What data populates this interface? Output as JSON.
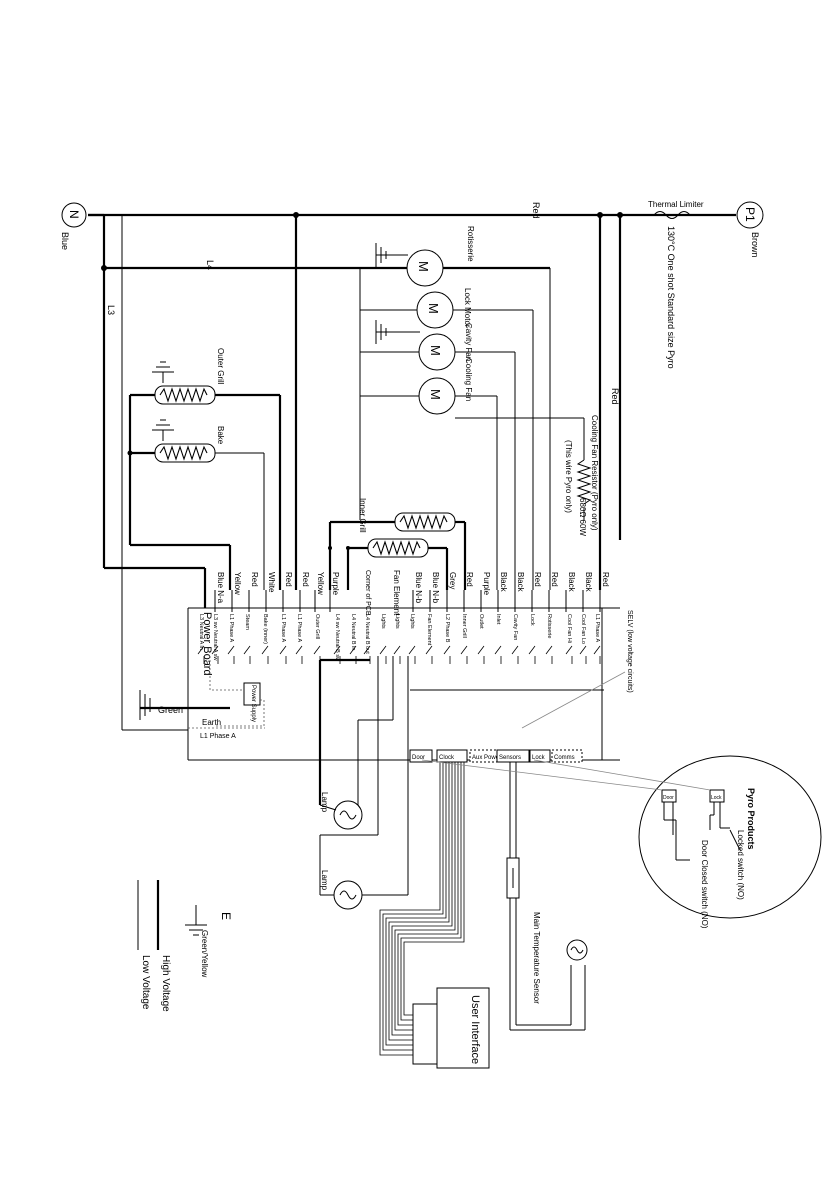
{
  "terminals": {
    "neutral": {
      "symbol": "N",
      "colour": "Blue"
    },
    "phase": {
      "symbol": "P1",
      "colour": "Brown"
    }
  },
  "wires": {
    "main_red": "Red",
    "right_red": "Red",
    "l4": "L4",
    "l3": "L3"
  },
  "thermal_limiter": {
    "label": "Thermal Limiter",
    "spec": "130°C One shot Standard size Pyro"
  },
  "motors": [
    {
      "symbol": "M",
      "name": "Rotisserie"
    },
    {
      "symbol": "M",
      "name": "Lock Motor"
    },
    {
      "symbol": "M",
      "name": "Cavity Fan"
    },
    {
      "symbol": "M",
      "name": "Cooling Fan"
    }
  ],
  "elements": [
    {
      "name": "Outer Grill"
    },
    {
      "name": "Bake"
    },
    {
      "name": "Inner Grill"
    },
    {
      "name": "Fan Element"
    }
  ],
  "resistor": {
    "label": "Cooling Fan Resistor (Pyro only)",
    "value": "680Ω 60W",
    "note": "(This wire Pyro only)"
  },
  "corner_note": "Corner of PCB",
  "board_title": "Power Board",
  "board_wire_colours": [
    "Red",
    "Black",
    "Black",
    "Red",
    "Red",
    "Black",
    "Black",
    "Purple",
    "Red",
    "Grey",
    "Blue N-b",
    "Blue N-b",
    "Purple",
    "Yellow",
    "Red",
    "Red",
    "White",
    "Red",
    "Yellow",
    "Blue N-a"
  ],
  "relays": [
    "L1 Phase A",
    "Cool Fan Lo",
    "Cool Fan Hi",
    "Rotisserie",
    "Lock",
    "Cavity Fan",
    "Inlet",
    "Outlet",
    "Inner Grill",
    "L2 Phase B",
    "Fan Element",
    "Lights",
    "Lights",
    "Lights",
    "L4 Neutral B out",
    "L4 Neutral B in",
    "L4 sw Neutral B sw",
    "Outer Grill",
    "L1 Phase A",
    "L1 Phase A",
    "Bake (inner)",
    "Steam",
    "L1 Phase A",
    "L3 sw Neutral A sw",
    "L3 Neutral A in"
  ],
  "power_supply": {
    "label": "Power Supply"
  },
  "earth_labels": {
    "earth": "Earth",
    "green": "Green",
    "l1": "L1 Phase A"
  },
  "selv_label": "SELV (low voltage circuits)",
  "connectors": [
    "Door",
    "Clock",
    "Aux Power",
    "Sensors",
    "Lock",
    "Comms"
  ],
  "lamps": [
    "Lamp",
    "Lamp"
  ],
  "sensor": {
    "label": "Main Temperature Sensor"
  },
  "user_interface": {
    "label": "User Interface"
  },
  "pyro": {
    "title": "Pyro Products",
    "door": "Door",
    "lock": "Lock",
    "locked_switch": "Locked switch (NO)",
    "door_switch": "Door Closed switch (NO)"
  },
  "legend": {
    "e_symbol": "E",
    "e_label": "Green/Yellow",
    "high": "High Voltage",
    "low": "Low Voltage"
  }
}
